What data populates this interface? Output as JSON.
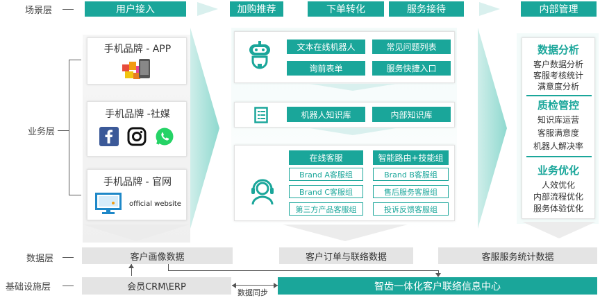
{
  "layers": {
    "scene": "场景层",
    "business": "业务层",
    "data": "数据层",
    "infra": "基础设施层"
  },
  "scene_boxes": [
    "用户接入",
    "加购推荐",
    "下单转化",
    "服务接待",
    "内部管理"
  ],
  "channels": [
    {
      "title": "手机品牌 - APP",
      "icon": "app-image-icon"
    },
    {
      "title": "手机品牌 -社媒",
      "icons": [
        "facebook-icon",
        "instagram-icon",
        "whatsapp-icon"
      ]
    },
    {
      "title": "手机品牌 - 官网",
      "icon": "monitor-icon",
      "caption": "official website"
    }
  ],
  "center": {
    "panel1": {
      "icon": "robot-icon",
      "buttons": [
        "文本在线机器人",
        "常见问题列表",
        "询前表单",
        "服务快捷入口"
      ]
    },
    "panel2": {
      "icon": "document-icon",
      "buttons": [
        "机器人知识库",
        "内部知识库"
      ]
    },
    "panel3": {
      "icon": "headset-agent-icon",
      "left_header": "在线客服",
      "right_header": "智能路由+技能组",
      "left_groups": [
        "Brand A客服组",
        "Brand C客服组",
        "第三方产品客服组"
      ],
      "right_groups": [
        "Brand B客服组",
        "售后服务客服组",
        "投诉反馈客服组"
      ]
    }
  },
  "right_panel": {
    "sections": [
      {
        "heading": "数据分析",
        "items": [
          "客户数据分析",
          "客服考核统计",
          "满意度分析"
        ]
      },
      {
        "heading": "质检管控",
        "items": [
          "知识库运营",
          "客服满意度",
          "机器人解决率"
        ]
      },
      {
        "heading": "业务优化",
        "items": [
          "人效优化",
          "内部流程优化",
          "服务体验优化"
        ]
      }
    ]
  },
  "data_layer": [
    "客户画像数据",
    "客户订单与联络数据",
    "客服服务统计数据"
  ],
  "infra_layer": {
    "crm": "会员CRM\\ERP",
    "sync": "数据同步",
    "center": "智齿一体化客户联络信息中心"
  },
  "colors": {
    "accent": "#1aa69a",
    "gray": "#e4e4e4",
    "light": "#d9f0ee"
  }
}
